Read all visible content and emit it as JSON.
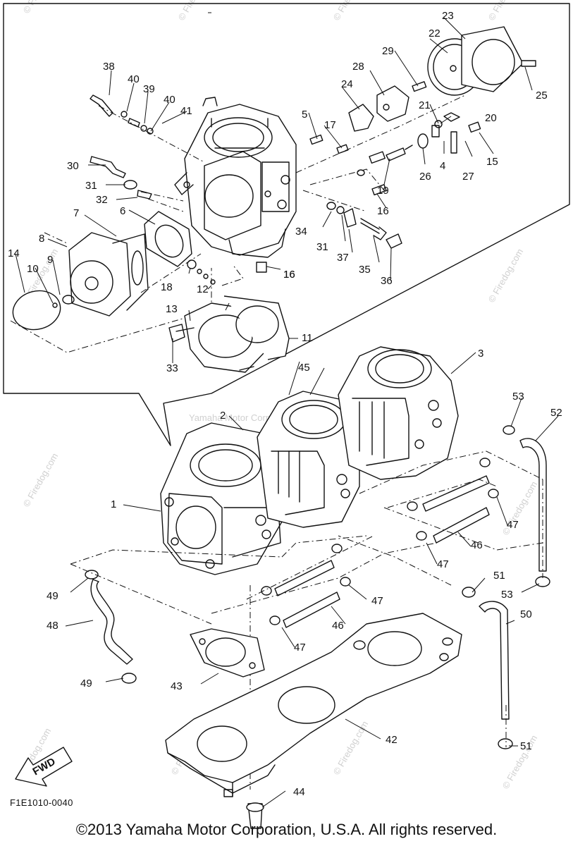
{
  "watermark": "© Firedog.com",
  "center_watermark": "Yamaha Motor Corp. U.S.A.",
  "figure_code": "F1E1010-0040",
  "fwd_label": "FWD",
  "copyright": "©2013 Yamaha Motor Corporation, U.S.A. All rights reserved.",
  "part_labels": [
    "1",
    "2",
    "3",
    "4",
    "5",
    "6",
    "7",
    "8",
    "9",
    "10",
    "11",
    "12",
    "13",
    "14",
    "15",
    "16",
    "16",
    "16",
    "17",
    "18",
    "19",
    "20",
    "21",
    "22",
    "23",
    "24",
    "25",
    "26",
    "27",
    "28",
    "29",
    "30",
    "31",
    "31",
    "32",
    "33",
    "34",
    "35",
    "36",
    "37",
    "38",
    "39",
    "40",
    "40",
    "41",
    "42",
    "43",
    "44",
    "45",
    "46",
    "46",
    "47",
    "47",
    "47",
    "47",
    "48",
    "49",
    "49",
    "50",
    "51",
    "51",
    "52",
    "53",
    "53"
  ]
}
